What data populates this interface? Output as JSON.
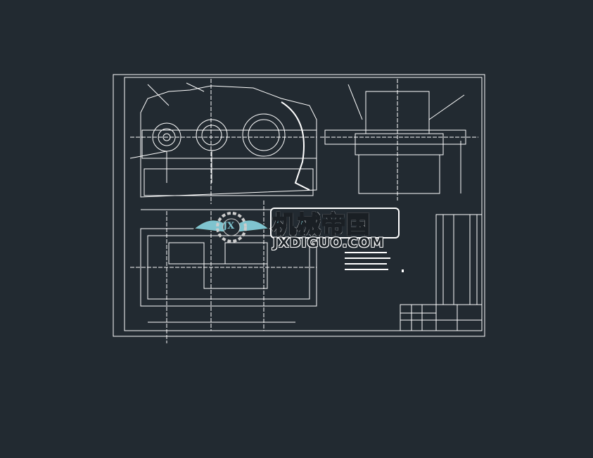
{
  "background_color": "#222a31",
  "line_color": "#ffffff",
  "watermark": {
    "logo_text": "JX",
    "title_cn": "机械帝国",
    "site": "JXDIGUO.COM",
    "accent_color": "#7fc4cf"
  }
}
